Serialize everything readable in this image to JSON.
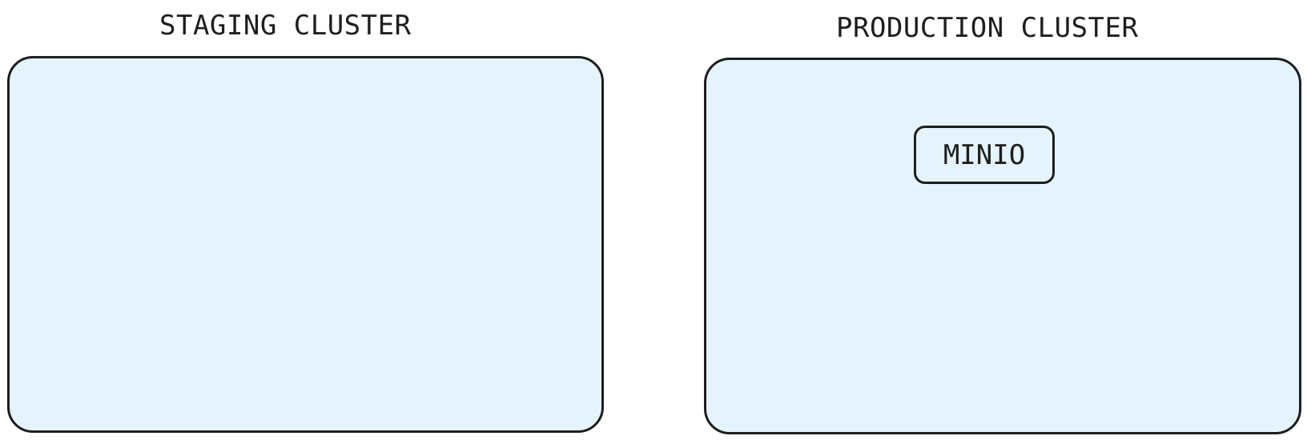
{
  "diagram": {
    "clusters": [
      {
        "id": "staging",
        "title": "STAGING CLUSTER"
      },
      {
        "id": "production",
        "title": "PRODUCTION CLUSTER"
      }
    ],
    "services": [
      {
        "id": "minio",
        "label": "MINIO",
        "cluster": "production"
      }
    ],
    "colors": {
      "cluster_fill": "#e5f3fd",
      "stroke": "#1e1e1e",
      "text": "#1e1e1e",
      "background": "#ffffff"
    }
  }
}
